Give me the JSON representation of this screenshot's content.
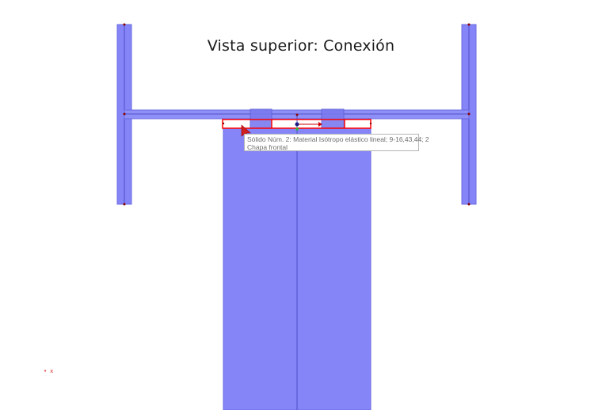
{
  "view": {
    "title": "Vista superior: Conexión"
  },
  "tooltip": {
    "line1": "Sólido Núm. 2: Material Isótropo elástico lineal; 9-16,43,44; 2",
    "line2": "Chapa frontal"
  },
  "colors": {
    "member_fill": "#8585f7",
    "member_stroke": "#6060d8",
    "selection": "#ff0000",
    "node": "#8b0000"
  },
  "axis_indicator": {
    "label": "x",
    "icon": "axis-origin-icon"
  }
}
